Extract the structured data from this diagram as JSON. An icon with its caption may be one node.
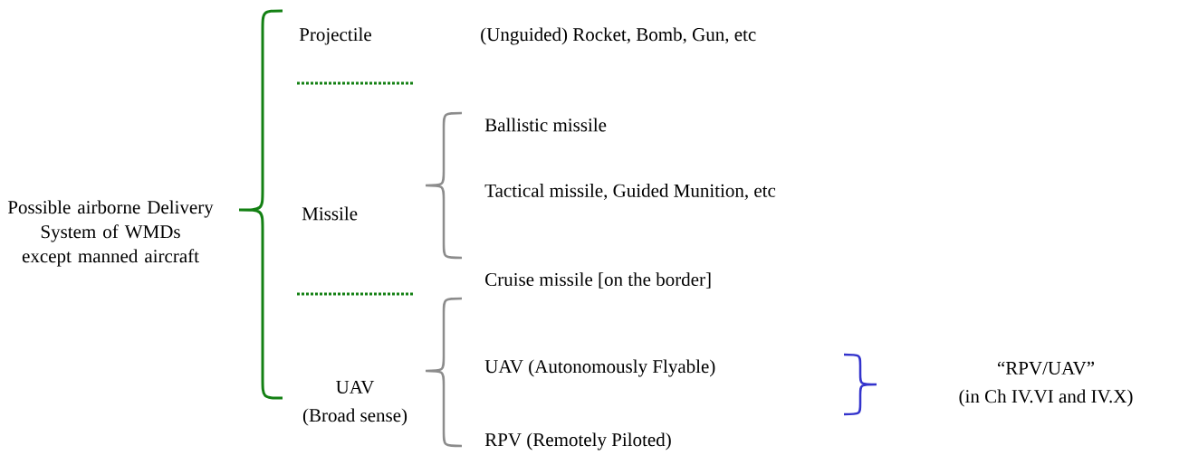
{
  "diagram": {
    "labels": [
      "Possible airborne Delivery System of WMDs except manned aircraft",
      "Projectile",
      "(Unguided) Rocket, Bomb, Gun, etc",
      "Ballistic missile",
      "Tactical missile, Guided Munition, etc",
      "Missile",
      "Cruise missile [on the border]",
      "UAV (Autonomously Flyable)",
      "“RPV/UAV”",
      "(in Ch IV.VI and IV.X)",
      "UAV",
      "(Broad sense)",
      "RPV (Remotely Piloted)"
    ]
  }
}
